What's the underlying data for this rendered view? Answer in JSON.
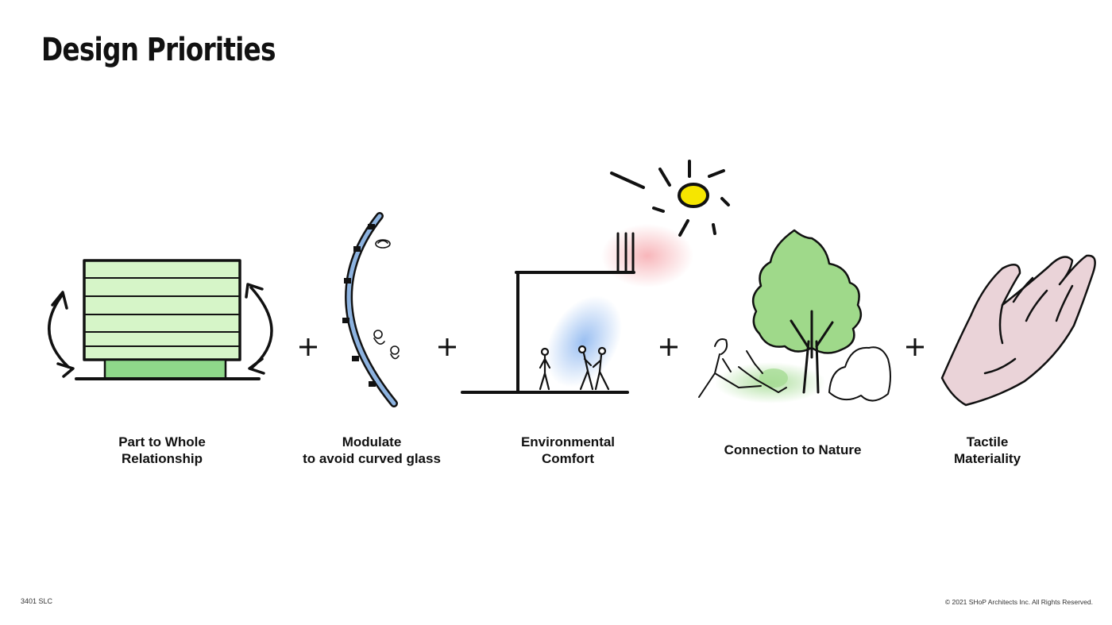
{
  "title": "Design Priorities",
  "priorities": [
    {
      "line1": "Part to Whole",
      "line2": "Relationship"
    },
    {
      "line1": "Modulate",
      "line2": "to avoid curved glass"
    },
    {
      "line1": "Environmental",
      "line2": "Comfort"
    },
    {
      "line1": "Connection to Nature",
      "line2": ""
    },
    {
      "line1": "Tactile",
      "line2": "Materiality"
    }
  ],
  "separator_symbol": "+",
  "footer": {
    "project_code": "3401 SLC",
    "copyright": "© 2021 SHoP Architects Inc. All Rights Reserved."
  },
  "colors": {
    "building_green": "#d6f5c8",
    "base_green": "#8fd88a",
    "glass_blue": "#8db3e0",
    "sun_yellow": "#f6e600",
    "tree_green": "#9fd98a",
    "hand_pink": "#ead3d8"
  }
}
